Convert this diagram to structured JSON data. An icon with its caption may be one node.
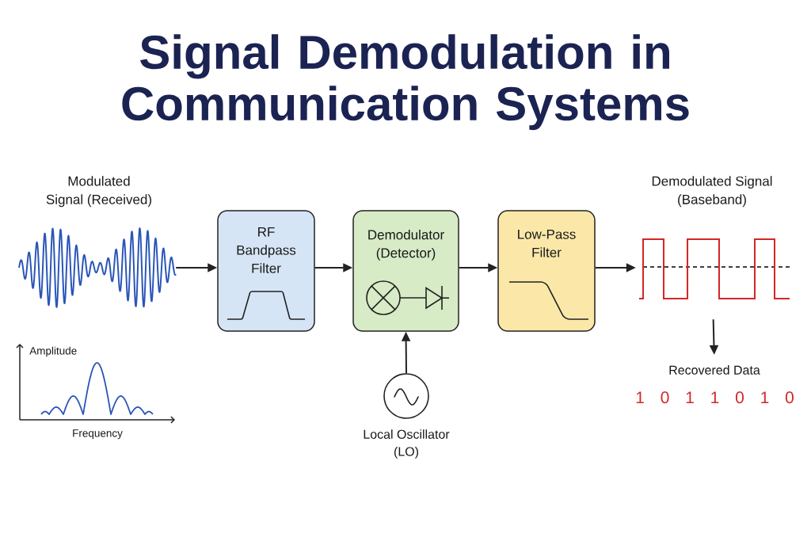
{
  "diagram": {
    "title": "Signal Demodulation in Communication Systems",
    "nodes": [
      {
        "text": [
          "Modulated Signal (Received)"
        ]
      },
      {
        "text": [
          "RF Bandpass Filter"
        ]
      },
      {
        "text": [
          "Demodulator (Detector)"
        ]
      },
      {
        "text": [
          "Low-Pass Filter"
        ]
      },
      {
        "text": [
          "Demodulated Signal (Baseband)"
        ]
      },
      {
        "text": [],
        "shape": "circle",
        "beside": [
          "Local Oscillator (LO)"
        ]
      },
      {
        "text": [
          "Recovered Data"
        ]
      }
    ],
    "edges": [
      {
        "from": 0,
        "to": 1,
        "arrow": "to"
      },
      {
        "from": 1,
        "to": 2,
        "arrow": "to"
      },
      {
        "from": 2,
        "to": 3,
        "arrow": "to"
      },
      {
        "from": 3,
        "to": 4,
        "arrow": "to"
      },
      {
        "from": 5,
        "to": 2,
        "arrow": "to"
      },
      {
        "from": 4,
        "to": 6,
        "arrow": "to"
      }
    ],
    "labels": [
      "Amplitude",
      "Frequency",
      "1 0 1 1 0 1 0"
    ]
  }
}
